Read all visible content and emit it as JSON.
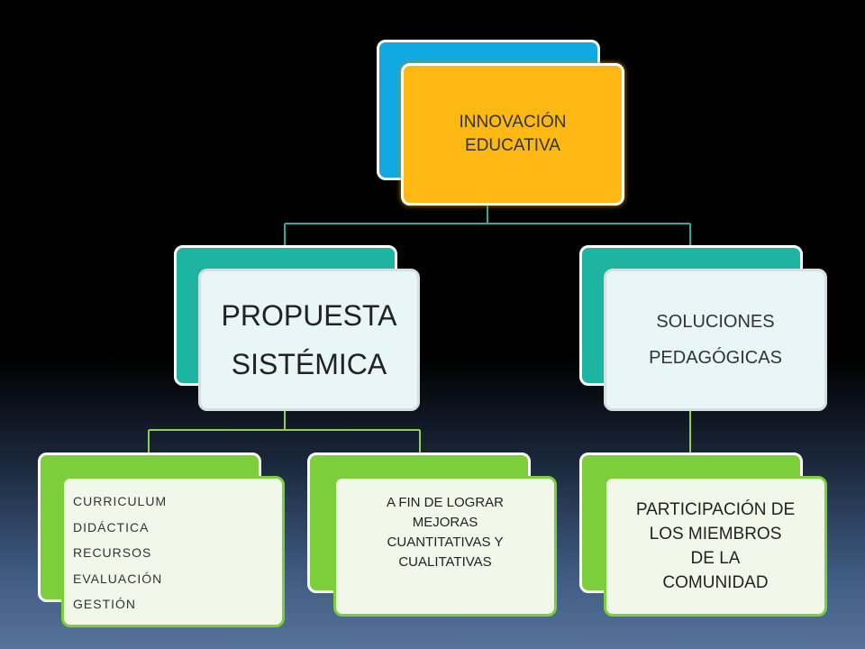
{
  "colors": {
    "top_back": "#10a9e2",
    "top_front": "#fdb813",
    "teal": "#1db5a1",
    "light_panel": "#e8f6f7",
    "green": "#7ccf3a",
    "light_green": "#f1f8ea",
    "line_teal": "#30a89a",
    "line_green": "#8fd14f"
  },
  "nodes": {
    "root": {
      "lines": [
        "INNOVACIÓN",
        "EDUCATIVA"
      ]
    },
    "propuesta": {
      "lines": [
        "PROPUESTA",
        "SISTÉMICA"
      ]
    },
    "soluciones": {
      "lines": [
        "SOLUCIONES",
        "PEDAGÓGICAS"
      ]
    },
    "curriculum": {
      "items": [
        "CURRICULUM",
        "DIDÁCTICA",
        "RECURSOS",
        "EVALUACIÓN",
        "GESTIÓN"
      ]
    },
    "mejoras": {
      "lines": [
        "A FIN DE  LOGRAR",
        "MEJORAS",
        "CUANTITATIVAS Y",
        "CUALITATIVAS"
      ]
    },
    "participacion": {
      "lines": [
        "PARTICIPACIÓN DE",
        "LOS MIEMBROS",
        "DE LA",
        "COMUNIDAD"
      ]
    }
  }
}
